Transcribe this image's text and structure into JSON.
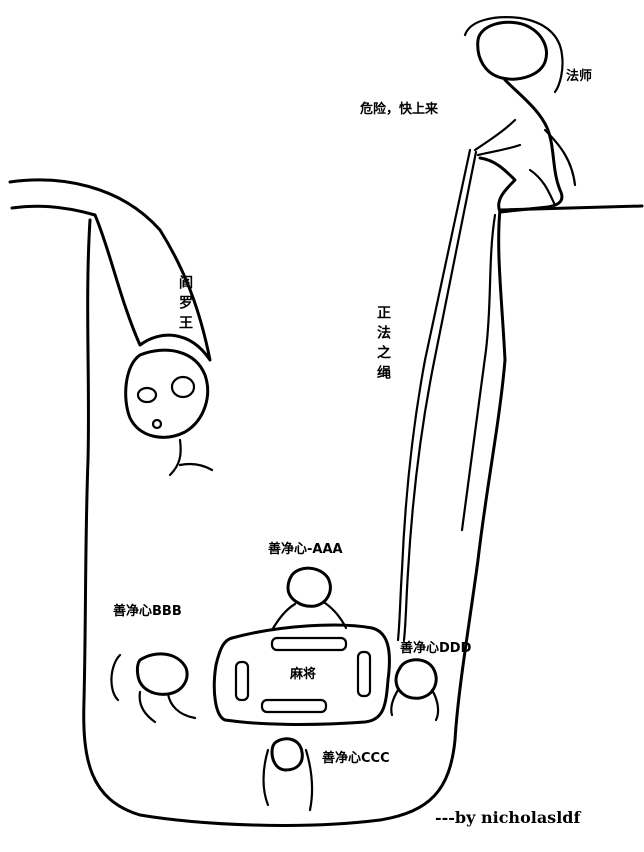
{
  "labels": {
    "master": "法师",
    "warning": "危险，快上来",
    "yama": "阎罗王",
    "rope": "正法之绳",
    "aaa": "善净心-AAA",
    "bbb": "善净心BBB",
    "ddd": "善净心DDD",
    "ccc": "善净心CCC",
    "mahjong": "麻将",
    "credit": "---by nicholasldf"
  },
  "colors": {
    "ink": "#000000",
    "background": "#ffffff"
  }
}
